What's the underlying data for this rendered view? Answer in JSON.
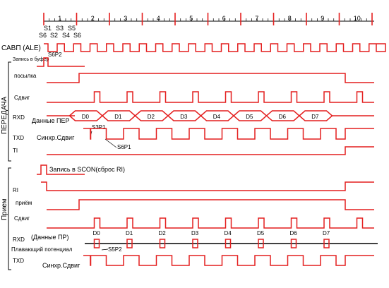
{
  "colors": {
    "wave": "#e41f1f",
    "text": "#000000",
    "line": "#000000",
    "background": "#ffffff"
  },
  "timeline": {
    "period_numbers": [
      "1",
      "2",
      "3",
      "4",
      "5",
      "6",
      "7",
      "8",
      "9",
      "10"
    ],
    "state_top": [
      "S1",
      "S3",
      "S5"
    ],
    "state_bottom": [
      "S6",
      "S2",
      "S4",
      "S6"
    ]
  },
  "sections": {
    "transmit": "ПЕРЕДАЧА",
    "receive": "Прием"
  },
  "signals": {
    "ale": "САВП (ALE)",
    "write_buffer": "Запись в буфер",
    "send": "посылка",
    "shift_tx": "Сдвиг",
    "rxd_tx": "RXD",
    "txd_tx": "TXD",
    "ti": "TI",
    "ri": "RI",
    "receive_sig": "приём",
    "shift_rx": "Сдвиг",
    "rxd_rx": "RXD",
    "txd_rx": "TXD"
  },
  "annotations": {
    "s6p2": "S6P2",
    "data_out": "Данные ПЕР",
    "sync_shift": "Синхр.Сдвиг",
    "s3p1": "S3P1",
    "s6p1": "S6P1",
    "write_scon": "Запись в SCON(сброс RI)",
    "data_in": "(Данные ПР)",
    "floating": "Плавающий потенциал",
    "s5p2": "S5P2",
    "sync_shift_rx": "Синхр.Сдвиг"
  },
  "data_bits": [
    "D0",
    "D1",
    "D2",
    "D3",
    "D4",
    "D5",
    "D6",
    "D7"
  ]
}
